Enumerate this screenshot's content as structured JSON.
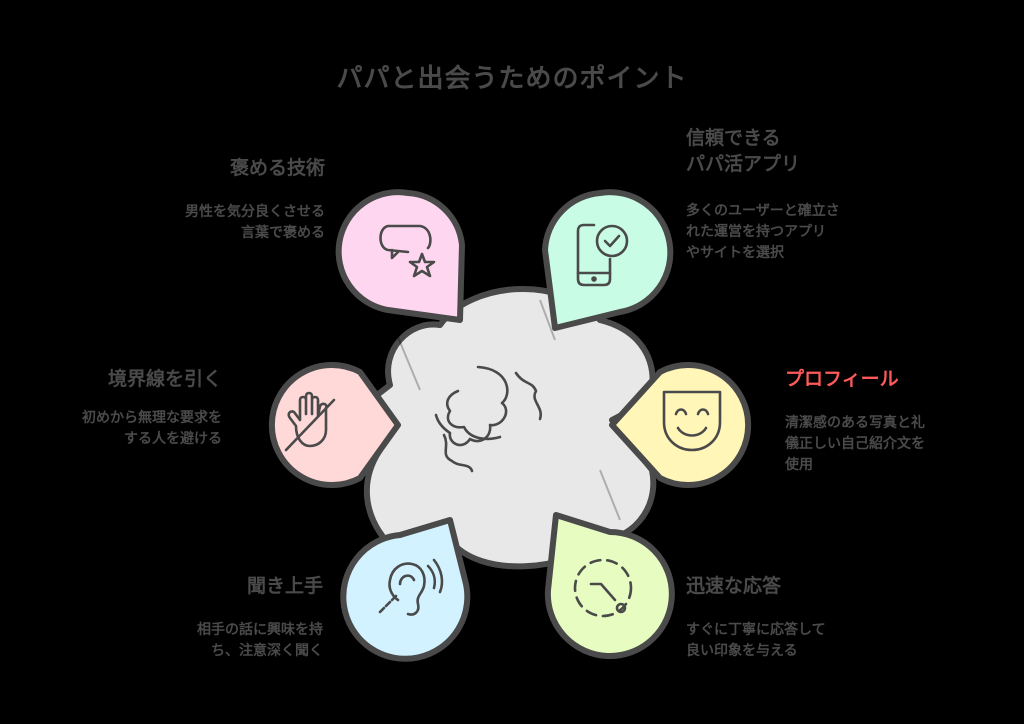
{
  "title": "パパと出会うためのポイント",
  "center": {
    "icon": "fist-bump-icon",
    "fill": "#e8e8e8"
  },
  "stroke_color": "#4a4a4a",
  "accent_color": "#ff5a5a",
  "nodes": [
    {
      "id": "praise",
      "label": "褒める技術",
      "desc_lines": [
        "男性を気分良くさせる",
        "言葉で褒める"
      ],
      "icon": "speech-bubble-star-icon",
      "color": "#ffd6ef"
    },
    {
      "id": "app",
      "label_lines": [
        "信頼できる",
        "パパ活アプリ"
      ],
      "desc_lines": [
        "多くのユーザーと確立さ",
        "れた運営を持つアプリ",
        "やサイトを選択"
      ],
      "icon": "phone-check-icon",
      "color": "#c8fce4"
    },
    {
      "id": "profile",
      "label": "プロフィール",
      "desc_lines": [
        "清潔感のある写真と礼",
        "儀正しい自己紹介文を",
        "使用"
      ],
      "icon": "smiling-mask-icon",
      "color": "#fff6b8",
      "highlighted": true
    },
    {
      "id": "response",
      "label": "迅速な応答",
      "desc_lines": [
        "すぐに丁寧に応答して",
        "良い印象を与える"
      ],
      "icon": "dashed-clock-icon",
      "color": "#e6fcc0"
    },
    {
      "id": "listening",
      "label": "聞き上手",
      "desc_lines": [
        "相手の話に興味を持",
        "ち、注意深く聞く"
      ],
      "icon": "ear-listening-icon",
      "color": "#d2f2ff"
    },
    {
      "id": "boundary",
      "label": "境界線を引く",
      "desc_lines": [
        "初めから無理な要求を",
        "する人を避ける"
      ],
      "icon": "hand-stop-icon",
      "color": "#ffd8d8"
    }
  ]
}
